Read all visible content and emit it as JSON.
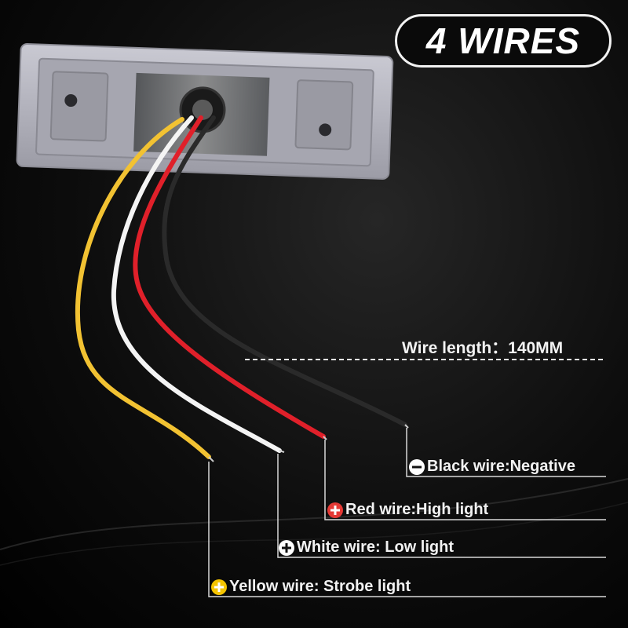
{
  "badge": {
    "text": "4 WIRES"
  },
  "wire_length": {
    "text": "Wire length：140MM"
  },
  "wires": [
    {
      "symbol": "minus-icon",
      "symbol_color": "#ffffff",
      "text": "Black wire:Negative",
      "wire_color": "#2a2a2a"
    },
    {
      "symbol": "plus-icon",
      "symbol_color": "#e53935",
      "text": "Red wire:High light",
      "wire_color": "#e0202a"
    },
    {
      "symbol": "plus-icon",
      "symbol_color": "#ffffff",
      "text": "White wire: Low light",
      "wire_color": "#f4f4f4"
    },
    {
      "symbol": "plus-icon",
      "symbol_color": "#f5c400",
      "text": "Yellow wire: Strobe light",
      "wire_color": "#f2c232"
    }
  ]
}
